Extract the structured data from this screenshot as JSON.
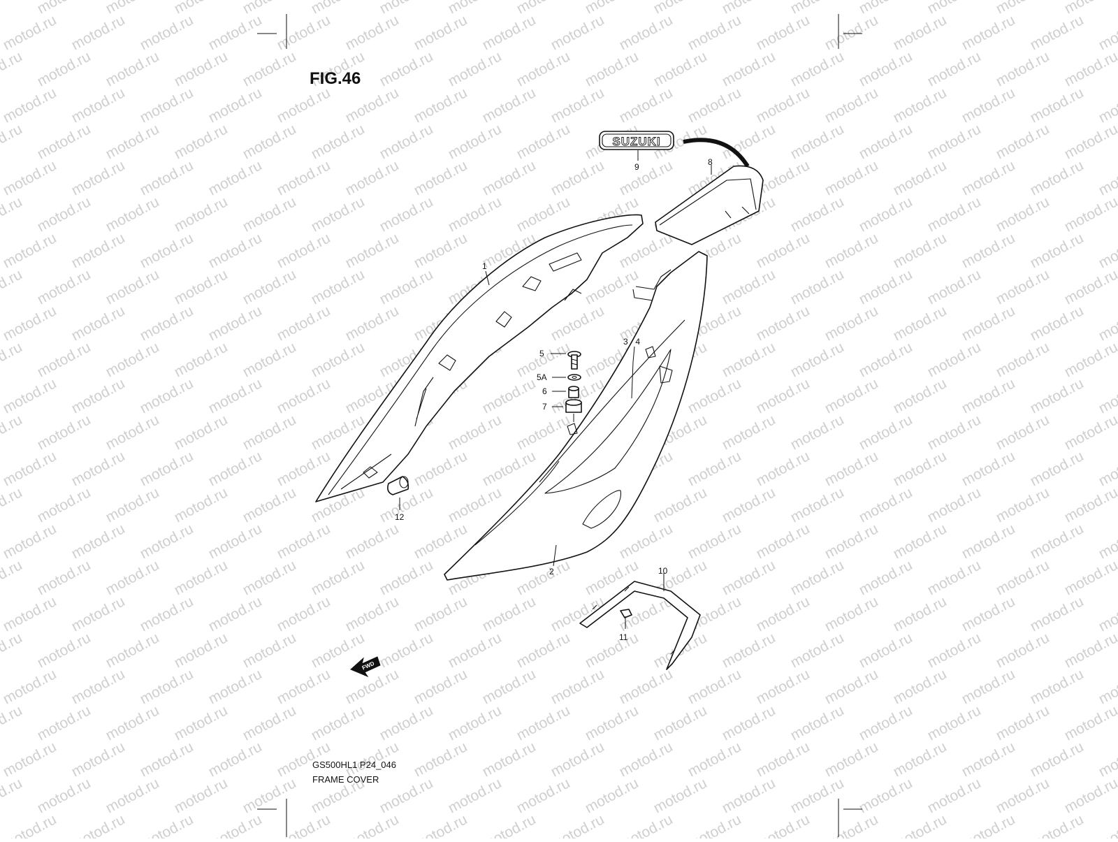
{
  "figure": {
    "title": "FIG.46",
    "model_code": "GS500HL1 P24_046",
    "caption": "FRAME COVER"
  },
  "watermark_text": "motod.ru",
  "emblem_text": "SUZUKI",
  "direction_arrow_text": "FWD",
  "callouts": [
    "1",
    "2",
    "3 · 4",
    "5",
    "5A",
    "6",
    "7",
    "8",
    "9",
    "10",
    "11",
    "12"
  ],
  "colors": {
    "line": "#111111",
    "watermark": "#cfcfcf",
    "background": "#ffffff"
  }
}
